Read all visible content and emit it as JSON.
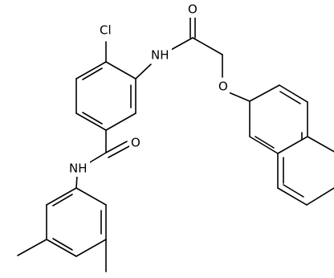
{
  "atom_labels": {
    "chlorine": "Cl",
    "amide_nh_top": "NH",
    "carbonyl_o_top": "O",
    "ether_o": "O",
    "amide_nh_bottom": "NH",
    "carbonyl_o_bottom": "O"
  },
  "colors": {
    "bond": "#000000",
    "label": "#000000",
    "background": "#ffffff"
  }
}
